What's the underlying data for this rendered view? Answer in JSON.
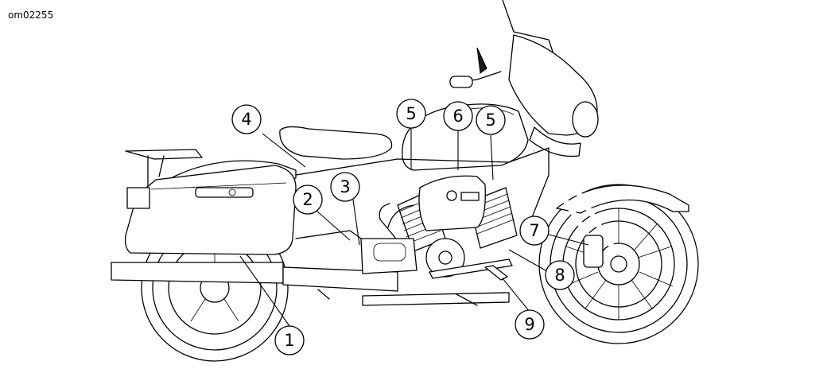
{
  "figure_id": "om02255",
  "callouts": [
    {
      "label": "1"
    },
    {
      "label": "2"
    },
    {
      "label": "3"
    },
    {
      "label": "4"
    },
    {
      "label": "5"
    },
    {
      "label": "6"
    },
    {
      "label": "5"
    },
    {
      "label": "7"
    },
    {
      "label": "8"
    },
    {
      "label": "9"
    }
  ]
}
